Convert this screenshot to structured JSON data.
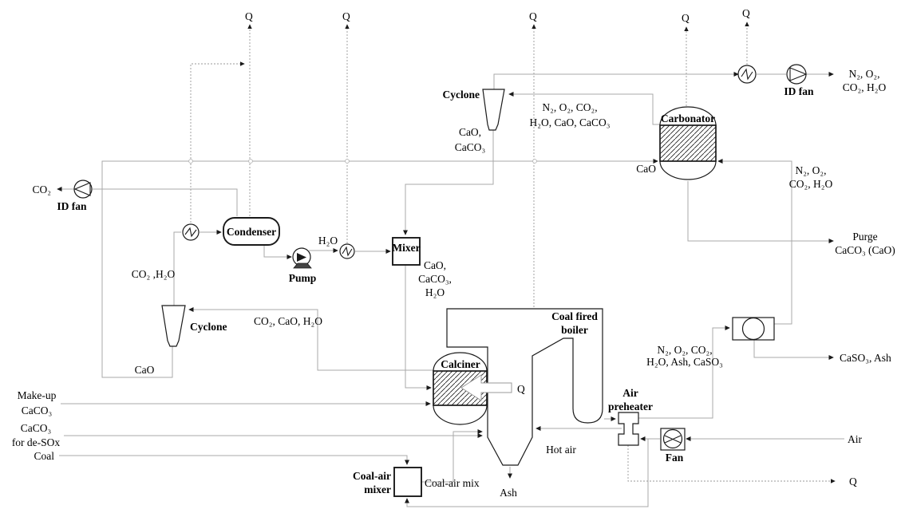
{
  "colors": {
    "background": "#ffffff",
    "process_line": "#a9a9a9",
    "heat_line": "#999999",
    "equipment_outline": "#1a1a1a",
    "text": "#000000"
  },
  "equipment": {
    "id_fan_left": {
      "label": "ID fan"
    },
    "condenser": {
      "label": "Condenser"
    },
    "pump": {
      "label": "Pump"
    },
    "mixer": {
      "label": "Mixer"
    },
    "cyclone_left": {
      "label": "Cyclone"
    },
    "cyclone_top": {
      "label": "Cyclone"
    },
    "carbonator": {
      "label": "Carbonator"
    },
    "calciner": {
      "label": "Calciner"
    },
    "coal_fired_boiler": {
      "label_line1": "Coal fired",
      "label_line2": "boiler"
    },
    "air_preheater": {
      "label_line1": "Air",
      "label_line2": "preheater"
    },
    "fan": {
      "label": "Fan"
    },
    "id_fan_right": {
      "label": "ID fan"
    },
    "coal_air_mixer": {
      "label_line1": "Coal-air",
      "label_line2": "mixer"
    }
  },
  "streams": {
    "co2_out": {
      "label": "CO₂"
    },
    "condenser_feed": {
      "label": "CO₂ ,H₂O"
    },
    "water": {
      "label": "H₂O"
    },
    "mixer_out": {
      "line1": "CaO,",
      "line2": "CaCO₃,",
      "line3": "H₂O"
    },
    "calciner_out": {
      "label": "CO₂, CaO, H₂O"
    },
    "cao_recycle": {
      "label": "CaO"
    },
    "cao_to_carbonator": {
      "label": "CaO"
    },
    "cyclone_top_solids": {
      "line1": "CaO,",
      "line2": "CaCO₃"
    },
    "carbonator_feed_gas": {
      "line1": "N₂, O₂,",
      "line2": "CO₂, H₂O"
    },
    "carbonator_overhead": {
      "line1": "N₂, O₂, CO₂,",
      "line2": "H₂O, CaO, CaCO₃"
    },
    "stack_gas": {
      "line1": "N₂, O₂,",
      "line2": "CO₂, H₂O"
    },
    "purge": {
      "line1": "Purge",
      "line2": "CaCO₃ (CaO)"
    },
    "boiler_flue_gas": {
      "line1": "N₂, O₂, CO₂,",
      "line2": "H₂O, Ash, CaSO₃"
    },
    "caso3_ash": {
      "label": "CaSO₃, Ash"
    },
    "makeup_caco3": {
      "line1": "Make-up",
      "line2": "CaCO₃"
    },
    "caco3_desox": {
      "line1": "CaCO₃",
      "line2": "for de-SOx"
    },
    "coal": {
      "label": "Coal"
    },
    "coal_air_mix": {
      "label": "Coal-air mix"
    },
    "ash": {
      "label": "Ash"
    },
    "hot_air": {
      "label": "Hot air"
    },
    "air": {
      "label": "Air"
    }
  },
  "heat": {
    "symbol": "Q"
  }
}
